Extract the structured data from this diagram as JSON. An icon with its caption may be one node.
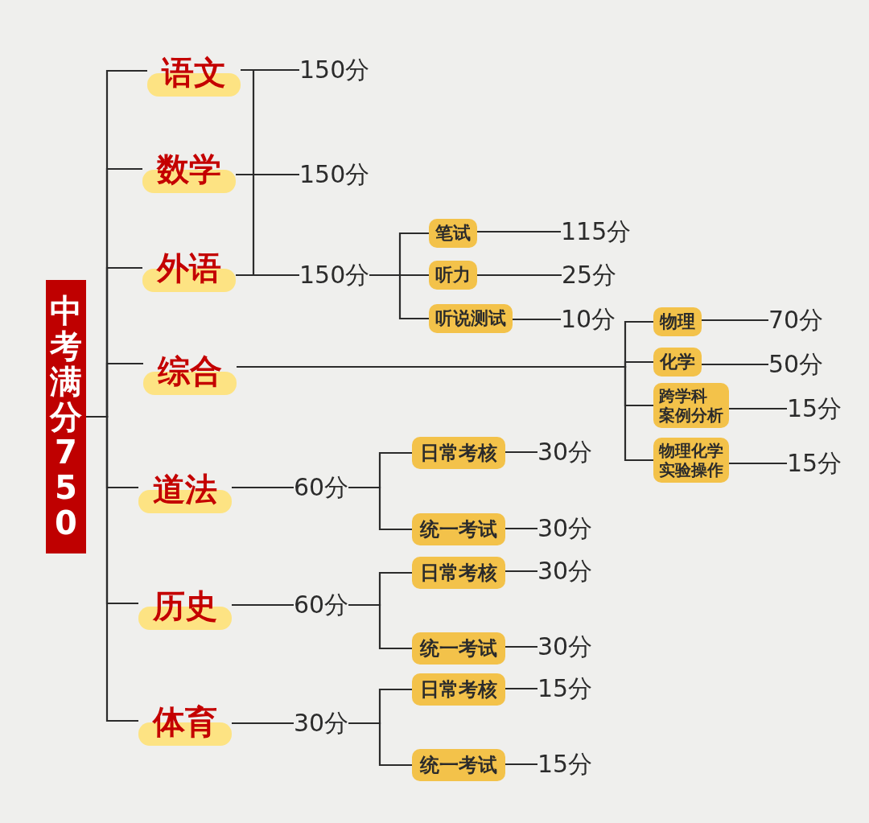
{
  "diagram": {
    "nodes": [
      {
        "text": [
          "中考满分750"
        ]
      },
      {
        "text": [
          "语文"
        ]
      },
      {
        "text": [
          "数学"
        ]
      },
      {
        "text": [
          "外语"
        ]
      },
      {
        "text": [
          "综合"
        ]
      },
      {
        "text": [
          "道法"
        ]
      },
      {
        "text": [
          "历史"
        ]
      },
      {
        "text": [
          "体育"
        ]
      },
      {
        "text": [
          "150分"
        ]
      },
      {
        "text": [
          "150分"
        ]
      },
      {
        "text": [
          "150分"
        ]
      },
      {
        "text": [
          "笔试"
        ]
      },
      {
        "text": [
          "听力"
        ]
      },
      {
        "text": [
          "听说测试"
        ]
      },
      {
        "text": [
          "115分"
        ]
      },
      {
        "text": [
          "25分"
        ]
      },
      {
        "text": [
          "10分"
        ]
      },
      {
        "text": [
          "物理"
        ]
      },
      {
        "text": [
          "化学"
        ]
      },
      {
        "text": [
          "跨学科案例分析"
        ]
      },
      {
        "text": [
          "物理化学实验操作"
        ]
      },
      {
        "text": [
          "70分"
        ]
      },
      {
        "text": [
          "50分"
        ]
      },
      {
        "text": [
          "15分"
        ]
      },
      {
        "text": [
          "15分"
        ]
      },
      {
        "text": [
          "60分"
        ]
      },
      {
        "text": [
          "日常考核"
        ]
      },
      {
        "text": [
          "统一考试"
        ]
      },
      {
        "text": [
          "30分"
        ]
      },
      {
        "text": [
          "30分"
        ]
      },
      {
        "text": [
          "60分"
        ]
      },
      {
        "text": [
          "日常考核"
        ]
      },
      {
        "text": [
          "统一考试"
        ]
      },
      {
        "text": [
          "30分"
        ]
      },
      {
        "text": [
          "30分"
        ]
      },
      {
        "text": [
          "30分"
        ]
      },
      {
        "text": [
          "日常考核"
        ]
      },
      {
        "text": [
          "统一考试"
        ]
      },
      {
        "text": [
          "15分"
        ]
      },
      {
        "text": [
          "15分"
        ]
      }
    ],
    "edges": [
      {
        "from": 0,
        "to": 1,
        "arrow": "none"
      },
      {
        "from": 0,
        "to": 2,
        "arrow": "none"
      },
      {
        "from": 0,
        "to": 3,
        "arrow": "none"
      },
      {
        "from": 0,
        "to": 4,
        "arrow": "none"
      },
      {
        "from": 0,
        "to": 5,
        "arrow": "none"
      },
      {
        "from": 0,
        "to": 6,
        "arrow": "none"
      },
      {
        "from": 0,
        "to": 7,
        "arrow": "none"
      },
      {
        "from": 1,
        "to": 8,
        "arrow": "none"
      },
      {
        "from": 2,
        "to": 9,
        "arrow": "none"
      },
      {
        "from": 3,
        "to": 10,
        "arrow": "none"
      },
      {
        "from": 10,
        "to": 11,
        "arrow": "none"
      },
      {
        "from": 10,
        "to": 12,
        "arrow": "none"
      },
      {
        "from": 10,
        "to": 13,
        "arrow": "none"
      },
      {
        "from": 11,
        "to": 14,
        "arrow": "none"
      },
      {
        "from": 12,
        "to": 15,
        "arrow": "none"
      },
      {
        "from": 13,
        "to": 16,
        "arrow": "none"
      },
      {
        "from": 4,
        "to": 17,
        "arrow": "none"
      },
      {
        "from": 4,
        "to": 18,
        "arrow": "none"
      },
      {
        "from": 4,
        "to": 19,
        "arrow": "none"
      },
      {
        "from": 4,
        "to": 20,
        "arrow": "none"
      },
      {
        "from": 17,
        "to": 21,
        "arrow": "none"
      },
      {
        "from": 18,
        "to": 22,
        "arrow": "none"
      },
      {
        "from": 19,
        "to": 23,
        "arrow": "none"
      },
      {
        "from": 20,
        "to": 24,
        "arrow": "none"
      },
      {
        "from": 5,
        "to": 25,
        "arrow": "none"
      },
      {
        "from": 25,
        "to": 26,
        "arrow": "none"
      },
      {
        "from": 25,
        "to": 27,
        "arrow": "none"
      },
      {
        "from": 26,
        "to": 28,
        "arrow": "none"
      },
      {
        "from": 27,
        "to": 29,
        "arrow": "none"
      },
      {
        "from": 6,
        "to": 30,
        "arrow": "none"
      },
      {
        "from": 30,
        "to": 31,
        "arrow": "none"
      },
      {
        "from": 30,
        "to": 32,
        "arrow": "none"
      },
      {
        "from": 31,
        "to": 33,
        "arrow": "none"
      },
      {
        "from": 32,
        "to": 34,
        "arrow": "none"
      },
      {
        "from": 7,
        "to": 35,
        "arrow": "none"
      },
      {
        "from": 35,
        "to": 36,
        "arrow": "none"
      },
      {
        "from": 35,
        "to": 37,
        "arrow": "none"
      },
      {
        "from": 36,
        "to": 38,
        "arrow": "none"
      },
      {
        "from": 37,
        "to": 39,
        "arrow": "none"
      }
    ]
  }
}
